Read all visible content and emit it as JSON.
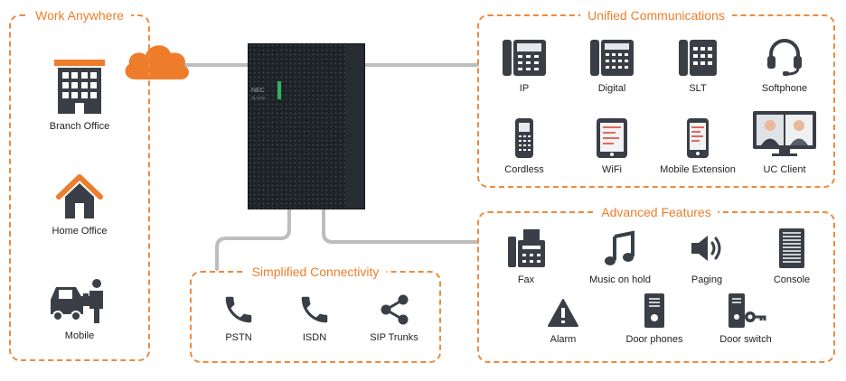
{
  "panels": {
    "work_anywhere": {
      "title": "Work Anywhere",
      "items": [
        "Branch Office",
        "Home Office",
        "Mobile"
      ]
    },
    "unified_communications": {
      "title": "Unified Communications",
      "items": [
        "IP",
        "Digital",
        "SLT",
        "Softphone",
        "Cordless",
        "WiFi",
        "Mobile Extension",
        "UC Client"
      ]
    },
    "advanced_features": {
      "title": "Advanced Features",
      "items": [
        "Fax",
        "Music on hold",
        "Paging",
        "Console",
        "Alarm",
        "Door phones",
        "Door switch"
      ]
    },
    "simplified_connectivity": {
      "title": "Simplified Connectivity",
      "items": [
        "PSTN",
        "ISDN",
        "SIP Trunks"
      ]
    }
  },
  "server": {
    "brand": "NEC",
    "model": "SL2100"
  },
  "colors": {
    "accent": "#ee7d2b",
    "icon": "#3a3f47",
    "wire": "#bdbdbd",
    "server": "#1d2227"
  }
}
